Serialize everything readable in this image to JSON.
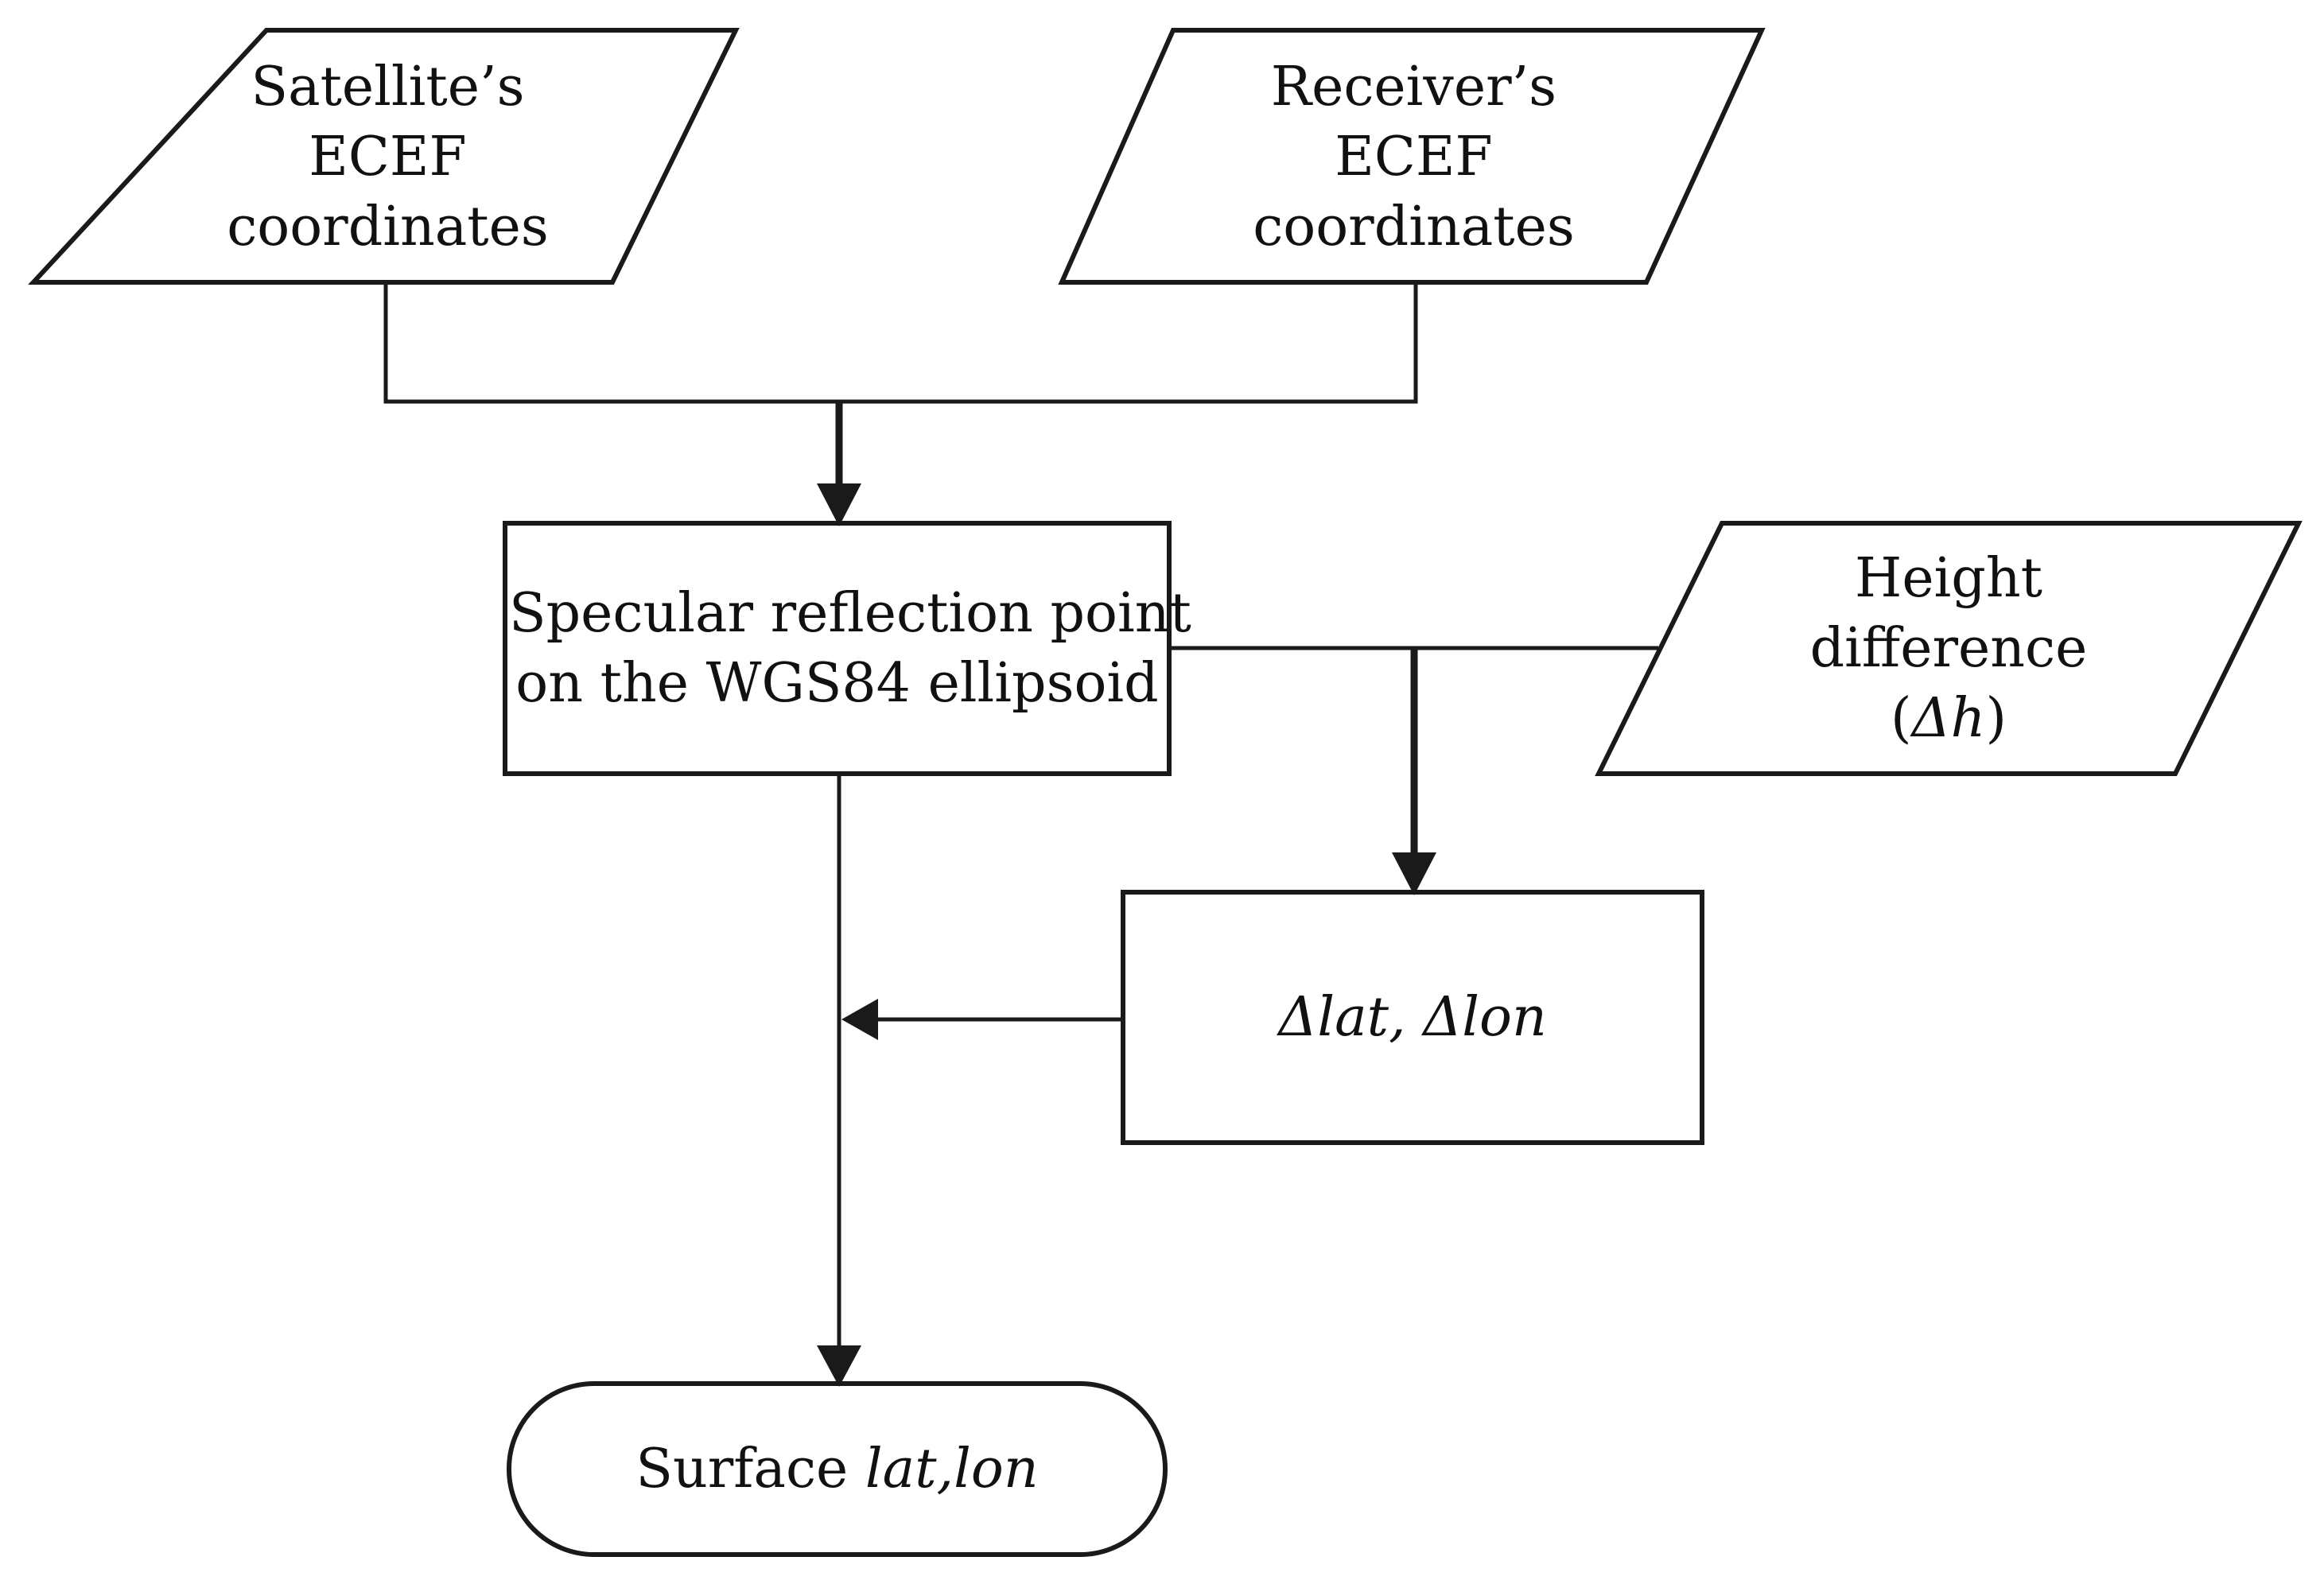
{
  "nodes": {
    "satellite": {
      "shape": "parallelogram",
      "lines": [
        "Satellite’s",
        "ECEF",
        "coordinates"
      ]
    },
    "receiver": {
      "shape": "parallelogram",
      "lines": [
        "Receiver’s",
        "ECEF",
        "coordinates"
      ]
    },
    "specular": {
      "shape": "rectangle",
      "lines": [
        "Specular reflection point",
        "on the WGS84 ellipsoid"
      ]
    },
    "height": {
      "shape": "parallelogram",
      "line1": "Height",
      "line2": "difference",
      "line3_open": "(",
      "line3_italic": "Δh",
      "line3_close": ")"
    },
    "delta": {
      "shape": "rectangle",
      "text_italic": "Δlat, Δlon"
    },
    "surface": {
      "shape": "terminator",
      "text_plain": "Surface ",
      "text_italic": "lat,lon"
    }
  },
  "edges": [
    {
      "from": "satellite",
      "to": "specular"
    },
    {
      "from": "receiver",
      "to": "specular"
    },
    {
      "from": "specular",
      "to": "delta"
    },
    {
      "from": "height",
      "to": "delta"
    },
    {
      "from": "delta",
      "to": "specular-surface-line"
    },
    {
      "from": "specular",
      "to": "surface"
    }
  ],
  "colors": {
    "stroke": "#1a1a1a",
    "background": "#ffffff"
  }
}
